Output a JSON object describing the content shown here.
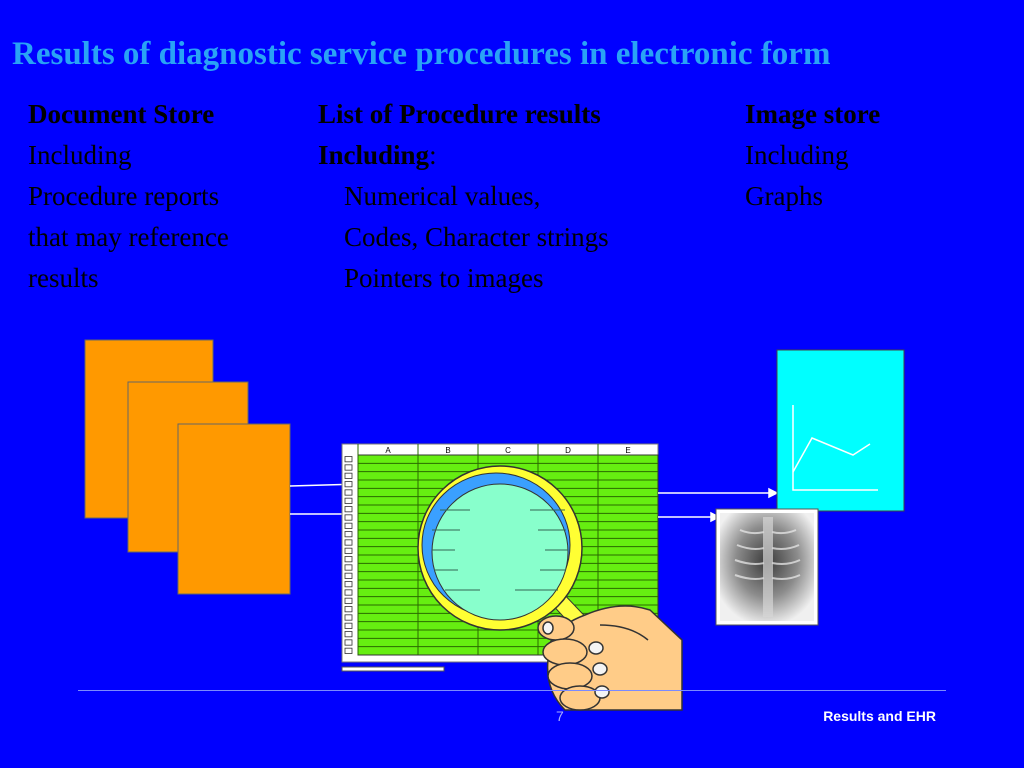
{
  "title": "Results of diagnostic service procedures in electronic form",
  "columns": {
    "document_store": {
      "heading": "Document Store",
      "lines": [
        "Including",
        "Procedure reports",
        "that may reference",
        "results"
      ]
    },
    "procedure_results": {
      "heading": "List of Procedure results",
      "including": "Including",
      "colon": ":",
      "lines": [
        "Numerical values,",
        "Codes, Character strings",
        "Pointers to images"
      ]
    },
    "image_store": {
      "heading": "Image store",
      "lines": [
        "Including",
        "Graphs"
      ]
    }
  },
  "spreadsheet": {
    "columns": [
      "A",
      "B",
      "C",
      "D",
      "E"
    ]
  },
  "footer": {
    "slide_number": "7",
    "text": "Results and EHR"
  },
  "colors": {
    "background": "#0000ff",
    "title": "#29a3f5",
    "documents": "#ff9900",
    "spreadsheet": "#66ee11",
    "graph_card": "#00ffff"
  }
}
